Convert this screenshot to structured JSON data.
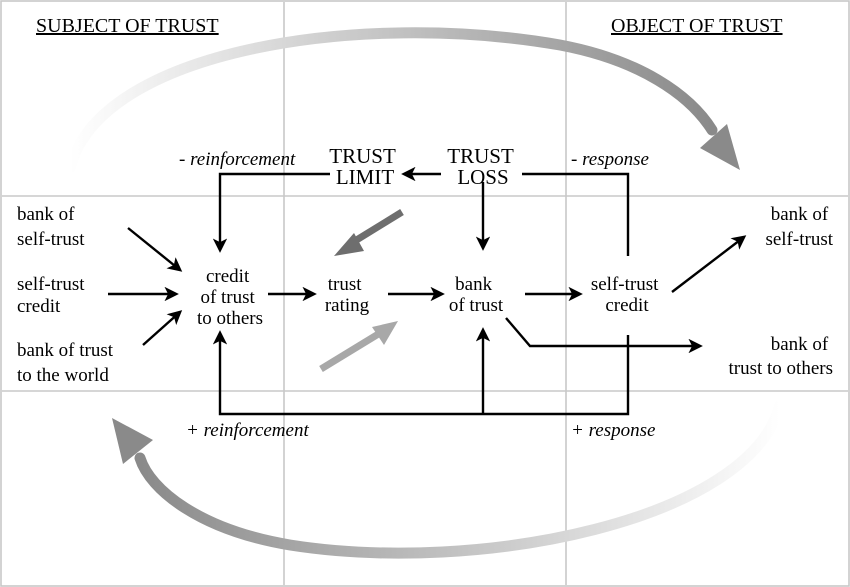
{
  "headers": {
    "subject": "SUBJECT OF TRUST",
    "object": "OBJECT OF TRUST"
  },
  "nodes": {
    "trust_limit": [
      "TRUST",
      "LIMIT"
    ],
    "trust_loss": [
      "TRUST",
      "LOSS"
    ],
    "bank_self_trust_left": [
      "bank of",
      "self-trust"
    ],
    "self_trust_credit_left": [
      "self-trust",
      "credit"
    ],
    "bank_trust_world": [
      "bank of trust",
      "to the world"
    ],
    "credit_trust_others": [
      "credit",
      "of trust",
      "to others"
    ],
    "trust_rating": [
      "trust",
      "rating"
    ],
    "bank_of_trust": [
      "bank",
      "of trust"
    ],
    "self_trust_credit_right": [
      "self-trust",
      "credit"
    ],
    "bank_self_trust_right": [
      "bank of",
      "self-trust"
    ],
    "bank_trust_others": [
      "bank of",
      "trust to others"
    ]
  },
  "edge_labels": {
    "neg_reinforcement": "- reinforcement",
    "neg_response": "- response",
    "pos_reinforcement": "+ reinforcement",
    "pos_response": "+ response"
  },
  "colors": {
    "grid": "#c8c8c8",
    "flow": "#000000",
    "dark_arrow": "#6e6e6e",
    "light_arrow": "#a8a8a8",
    "cycle_arrow": "#9a9a9a"
  }
}
